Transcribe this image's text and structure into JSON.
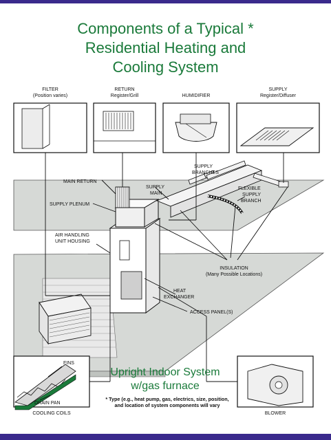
{
  "title": {
    "line1": "Components of a Typical *",
    "line2": "Residential Heating and",
    "line3": "Cooling System"
  },
  "subtitle": {
    "line1": "Upright Indoor System",
    "line2": "w/gas furnace"
  },
  "footnote": {
    "line1": "* Type (e.g., heat pump, gas, electrics, size, position,",
    "line2": "and location of system components will vary"
  },
  "insets": {
    "filter": {
      "line1": "FILTER",
      "line2": "(Position varies)"
    },
    "return": {
      "line1": "RETURN",
      "line2": "Register/Grill"
    },
    "humidifier": {
      "line1": "HUMIDIFIER"
    },
    "supply": {
      "line1": "SUPPLY",
      "line2": "Register/Diffuser"
    },
    "cooling_coils": {
      "label": "COOLING COILS",
      "fins": "FINS",
      "drain_pan": "DRAIN PAN"
    },
    "blower": {
      "label": "BLOWER"
    }
  },
  "labels": {
    "main_return": "MAIN RETURN",
    "supply_plenum": "SUPPLY PLENUM",
    "supply_main_1": "SUPPLY",
    "supply_main_2": "MAIN",
    "supply_branches_1": "SUPPLY",
    "supply_branches_2": "BRANCHES",
    "flexible_1": "FLEXIBLE",
    "flexible_2": "SUPPLY",
    "flexible_3": "BRANCH",
    "air_handling_1": "AIR HANDLING",
    "air_handling_2": "UNIT HOUSING",
    "insulation_1": "INSULATION",
    "insulation_2": "(Many Possible Locations)",
    "heat_exchanger_1": "HEAT",
    "heat_exchanger_2": "EXCHANGER",
    "access_panels": "ACCESS PANEL(S)"
  },
  "colors": {
    "title_green": "#1a7a3a",
    "frame_purple": "#3a2a8c",
    "floor_gray": "#d6d9d6",
    "line_dark": "#111111"
  }
}
